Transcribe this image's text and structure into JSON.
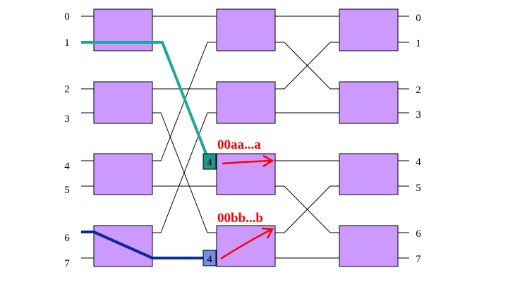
{
  "network": {
    "input_ports": [
      "0",
      "1",
      "2",
      "3",
      "4",
      "5",
      "6",
      "7"
    ],
    "output_ports": [
      "0",
      "1",
      "2",
      "3",
      "4",
      "5",
      "6",
      "7"
    ],
    "stages": 3,
    "switches_per_stage": 4
  },
  "packets": [
    {
      "tag": "4",
      "message": "00aa...a",
      "path_color": "#1aa89a",
      "tag_color": "#1a9a8a"
    },
    {
      "tag": "4",
      "message": "00bb...b",
      "path_color": "#0a2a9a",
      "tag_color": "#6f8ee6"
    }
  ],
  "colors": {
    "switch_fill": "#cc99ff",
    "arrow": "#ff0000"
  }
}
